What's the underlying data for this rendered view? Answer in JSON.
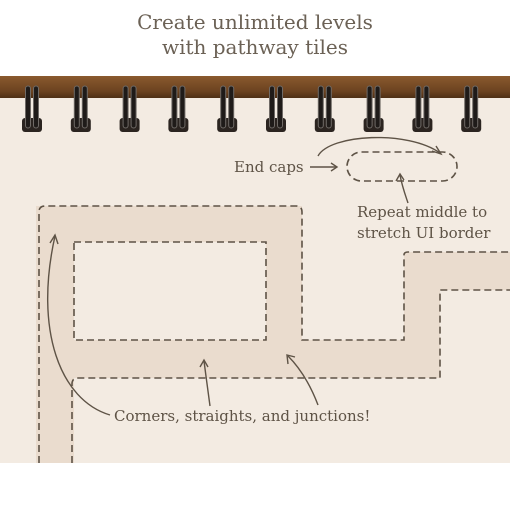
{
  "headline": {
    "line1": "Create unlimited levels",
    "line2": "with pathway tiles"
  },
  "annotations": {
    "end_caps": "End caps",
    "repeat_line1": "Repeat middle to",
    "repeat_line2": "stretch UI border",
    "corners": "Corners, straights, and junctions!"
  },
  "notebook": {
    "ring_count": 10,
    "binding_color": "#6b4220",
    "paper_color": "#f3ebe2",
    "path_color": "#eadcce",
    "dash_color": "#5e5346"
  }
}
